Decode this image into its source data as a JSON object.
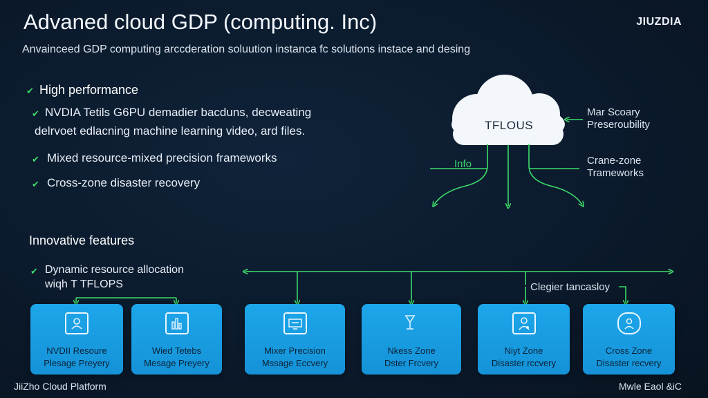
{
  "header": {
    "title": "Advaned cloud GDP (computing. Inc)",
    "brand": "JIUZDIA",
    "subtitle": "Anvainceed GDP computing arccderation soluution instanca fc solutions instace and desing"
  },
  "performance": {
    "heading": "High performance",
    "bullets": [
      {
        "line1": "NVDIA Tetils G6PU demadier bacduns, decweating",
        "line2": "delrvoet edlacning machine learning video, ard files."
      },
      {
        "line1": "Mixed resource-mixed precision frameworks"
      },
      {
        "line1": "Cross-zone disaster recovery"
      }
    ]
  },
  "cloud": {
    "label": "TFLOUS",
    "left_label": "Info",
    "right_top": {
      "line1": "Mar Scoary",
      "line2": "Preseroubility"
    },
    "right_bottom": {
      "line1": "Crane-zone",
      "line2": "Trameworks"
    }
  },
  "innovative": {
    "heading": "Innovative features",
    "bullet": {
      "line1": "Dynamic resource allocation",
      "line2": "wiqh T TFLOPS"
    },
    "connector_label": "Clegier tancasloy"
  },
  "cards": [
    {
      "icon": "user-icon",
      "line1": "NVDII Resoure",
      "line2": "Plesage Preyery"
    },
    {
      "icon": "chart-icon",
      "line1": "Wied Tetebs",
      "line2": "Mesage Preyery"
    },
    {
      "icon": "monitor-icon",
      "line1": "Mixer Precision",
      "line2": "Mssage Eccvery"
    },
    {
      "icon": "lamp-icon",
      "line1": "Nkess Zone",
      "line2": "Dster Frcvery"
    },
    {
      "icon": "person-badge-icon",
      "line1": "Niyt Zone",
      "line2": "Disaster rccvery"
    },
    {
      "icon": "shield-user-icon",
      "line1": "Cross Zone",
      "line2": "Disaster recvery"
    }
  ],
  "footer": {
    "left": "JiiZho Cloud Platform",
    "right": "Mwle Eaol &iC"
  },
  "colors": {
    "background": "#0b1a2c",
    "accent_green": "#3ddc6a",
    "card_blue": "#1da6ea",
    "cloud_white": "#f3f6fa"
  }
}
